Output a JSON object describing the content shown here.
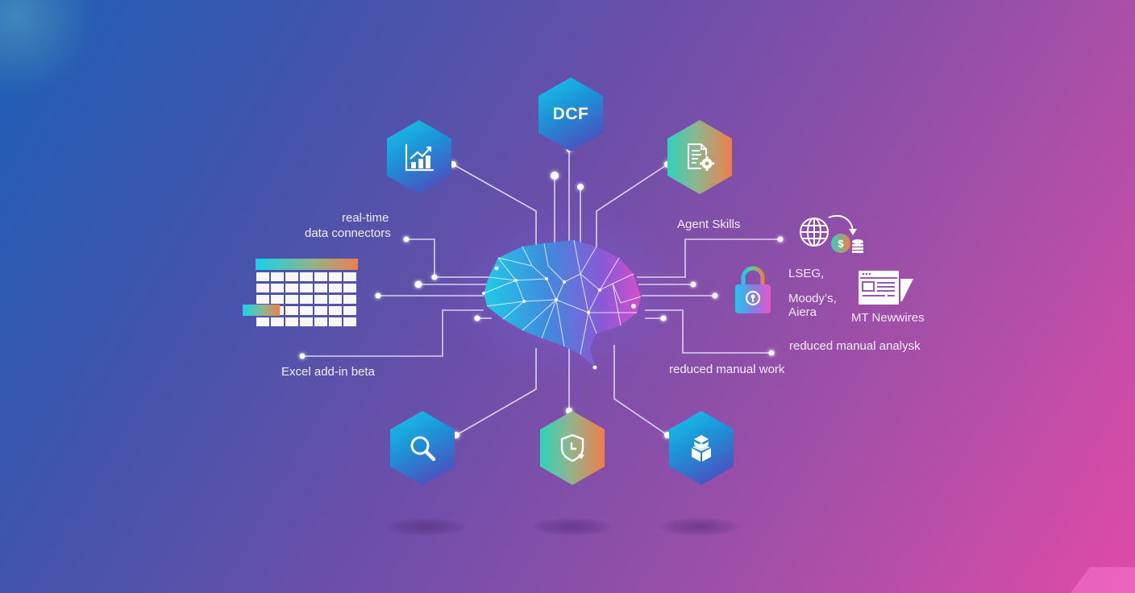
{
  "diagram": {
    "central_node": "brain-network",
    "hex_nodes": {
      "top_left": {
        "icon": "bar-chart-trend-icon"
      },
      "top_center": {
        "label": "DCF"
      },
      "top_right": {
        "icon": "document-gear-icon"
      },
      "bottom_left": {
        "icon": "search-icon"
      },
      "bottom_center": {
        "icon": "shield-clock-icon"
      },
      "bottom_right": {
        "icon": "stacked-boxes-icon"
      }
    },
    "labels": {
      "realtime_line1": "real-time",
      "realtime_line2": "data connectors",
      "excel": "Excel add-in beta",
      "agent_skills": "Agent Skills",
      "lseg": "LSEG,",
      "moodys": "Moody’s,",
      "aiera": "Aiera",
      "mt_newswires": "MT Newwires",
      "reduced_analysk": "reduced manual analysk",
      "reduced_work": "reduced manual work"
    },
    "side_icons": [
      "spreadsheet-icon",
      "globe-data-transfer-icon",
      "padlock-icon",
      "news-page-icon"
    ],
    "colors": {
      "bg_start": "#1d5fb6",
      "bg_mid": "#6a4fa9",
      "bg_end": "#e04aa8",
      "hex_blue_start": "#12c9ea",
      "hex_blue_end": "#5a3db8",
      "hex_warm_start": "#2fd3b8",
      "hex_warm_end": "#f07e4a",
      "line": "#e8e2f5"
    }
  }
}
